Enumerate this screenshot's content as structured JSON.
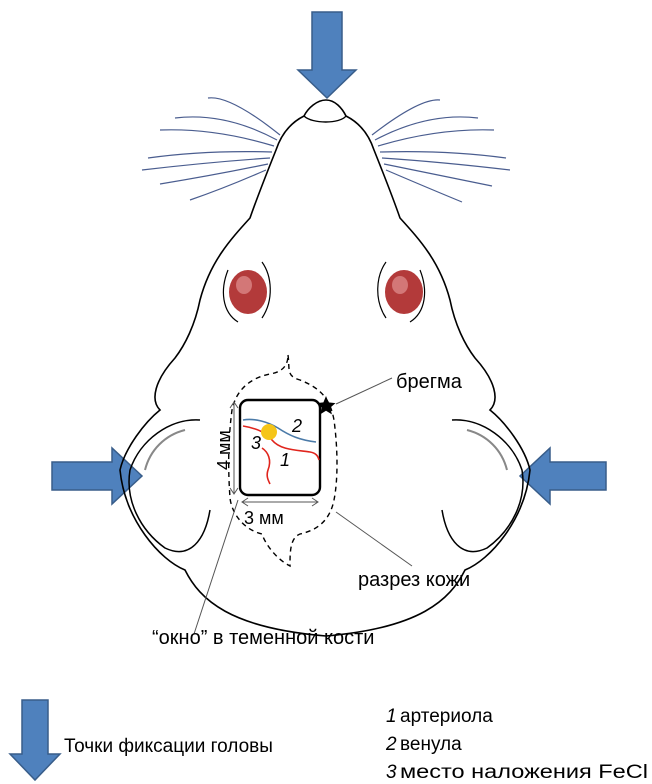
{
  "labels": {
    "bregma": "брегма",
    "skin_incision": "разрез кожи",
    "window": "“окно” в теменной кости",
    "dim_width": "3 мм",
    "dim_height": "4 мм",
    "num_1": "1",
    "num_2": "2",
    "num_3": "3"
  },
  "legend": {
    "fixation_points": "Точки фиксации головы",
    "items": [
      {
        "num": "1",
        "text": "артериола"
      },
      {
        "num": "2",
        "text": "венула"
      },
      {
        "num": "3",
        "text": "место наложения FeCl"
      }
    ]
  },
  "colors": {
    "arrow_fill": "#4f81bd",
    "arrow_stroke": "#385d8a",
    "whisker": "#4a5d8f",
    "eye": "#b33a3a",
    "artery": "#e0251d",
    "vein": "#4a7aa8",
    "application_site": "#f5c518"
  }
}
